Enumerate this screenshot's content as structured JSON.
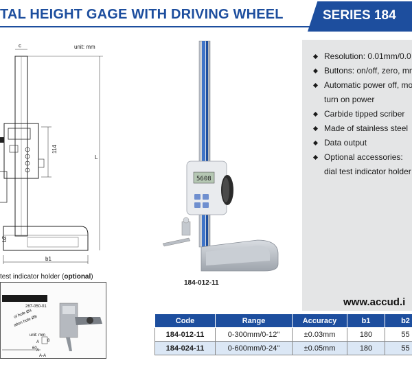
{
  "header": {
    "title": "TAL HEIGHT GAGE WITH DRIVING WHEEL",
    "series": "SERIES 184"
  },
  "drawing": {
    "unit": "unit: mm",
    "labels": {
      "c": "c",
      "dim_114": "114",
      "L": "L",
      "b1": "b1",
      "b2": "b2"
    }
  },
  "product": {
    "code": "184-012-11",
    "display_value": "5608"
  },
  "features": [
    {
      "text": "Resolution: 0.01mm/0.0",
      "bullet": true
    },
    {
      "text": "Buttons: on/off, zero, mm",
      "bullet": true
    },
    {
      "text": "Automatic power off, mov",
      "bullet": true
    },
    {
      "text": "turn on power",
      "bullet": false
    },
    {
      "text": "Carbide tipped scriber",
      "bullet": true
    },
    {
      "text": "Made of stainless steel",
      "bullet": true
    },
    {
      "text": "Data output",
      "bullet": true
    },
    {
      "text": "Optional accessories:",
      "bullet": true
    },
    {
      "text": "dial test indicator holder",
      "bullet": false
    }
  ],
  "accessory": {
    "title_prefix": "test indicator holder (",
    "title_bold": "optional",
    "title_suffix": ")",
    "code": "267-050-01",
    "hole_1": "ol hole Ø4",
    "hole_2": "ation hole Ø8",
    "unit": "unit: mm",
    "dim_60": "60",
    "dim_8": "8",
    "dim_a1": "A",
    "dim_a2": "A",
    "section": "A-A"
  },
  "website": "www.accud.i",
  "table": {
    "headers": [
      "Code",
      "Range",
      "Accuracy",
      "b1",
      "b2"
    ],
    "rows": [
      [
        "184-012-11",
        "0-300mm/0-12\"",
        "±0.03mm",
        "180",
        "55"
      ],
      [
        "184-024-11",
        "0-600mm/0-24\"",
        "±0.05mm",
        "180",
        "55"
      ]
    ]
  },
  "colors": {
    "brand_blue": "#1d4e9e",
    "panel_gray": "#e4e5e6",
    "row_tint": "#dbe7f5"
  }
}
